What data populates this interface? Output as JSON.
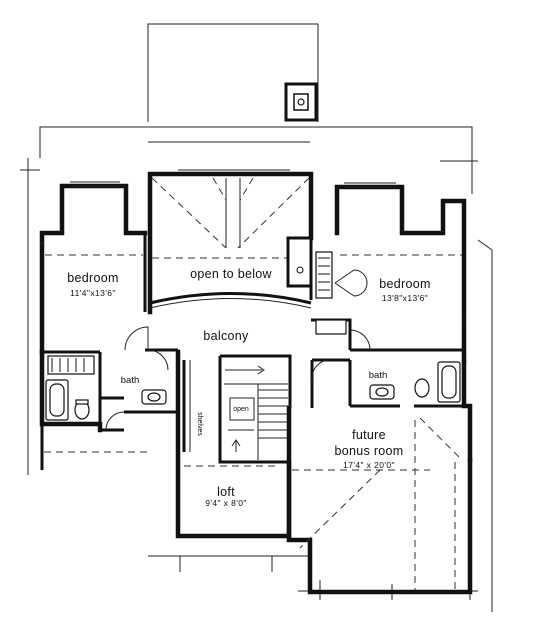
{
  "rooms": {
    "bedroom_left": {
      "name": "bedroom",
      "size": "11'4\"x13'6\""
    },
    "open_to_below": {
      "name": "open to below"
    },
    "bedroom_right": {
      "name": "bedroom",
      "size": "13'8\"x13'6\""
    },
    "balcony": {
      "name": "balcony"
    },
    "bath_left": {
      "name": "bath"
    },
    "bath_right": {
      "name": "bath"
    },
    "shelves": {
      "name": "shelves"
    },
    "stair_open": {
      "name": "open"
    },
    "loft": {
      "name": "loft",
      "size": "9'4\" x 8'0\""
    },
    "bonus_room": {
      "name_line1": "future",
      "name_line2": "bonus room",
      "size": "17'4\" x 20'0\""
    }
  }
}
